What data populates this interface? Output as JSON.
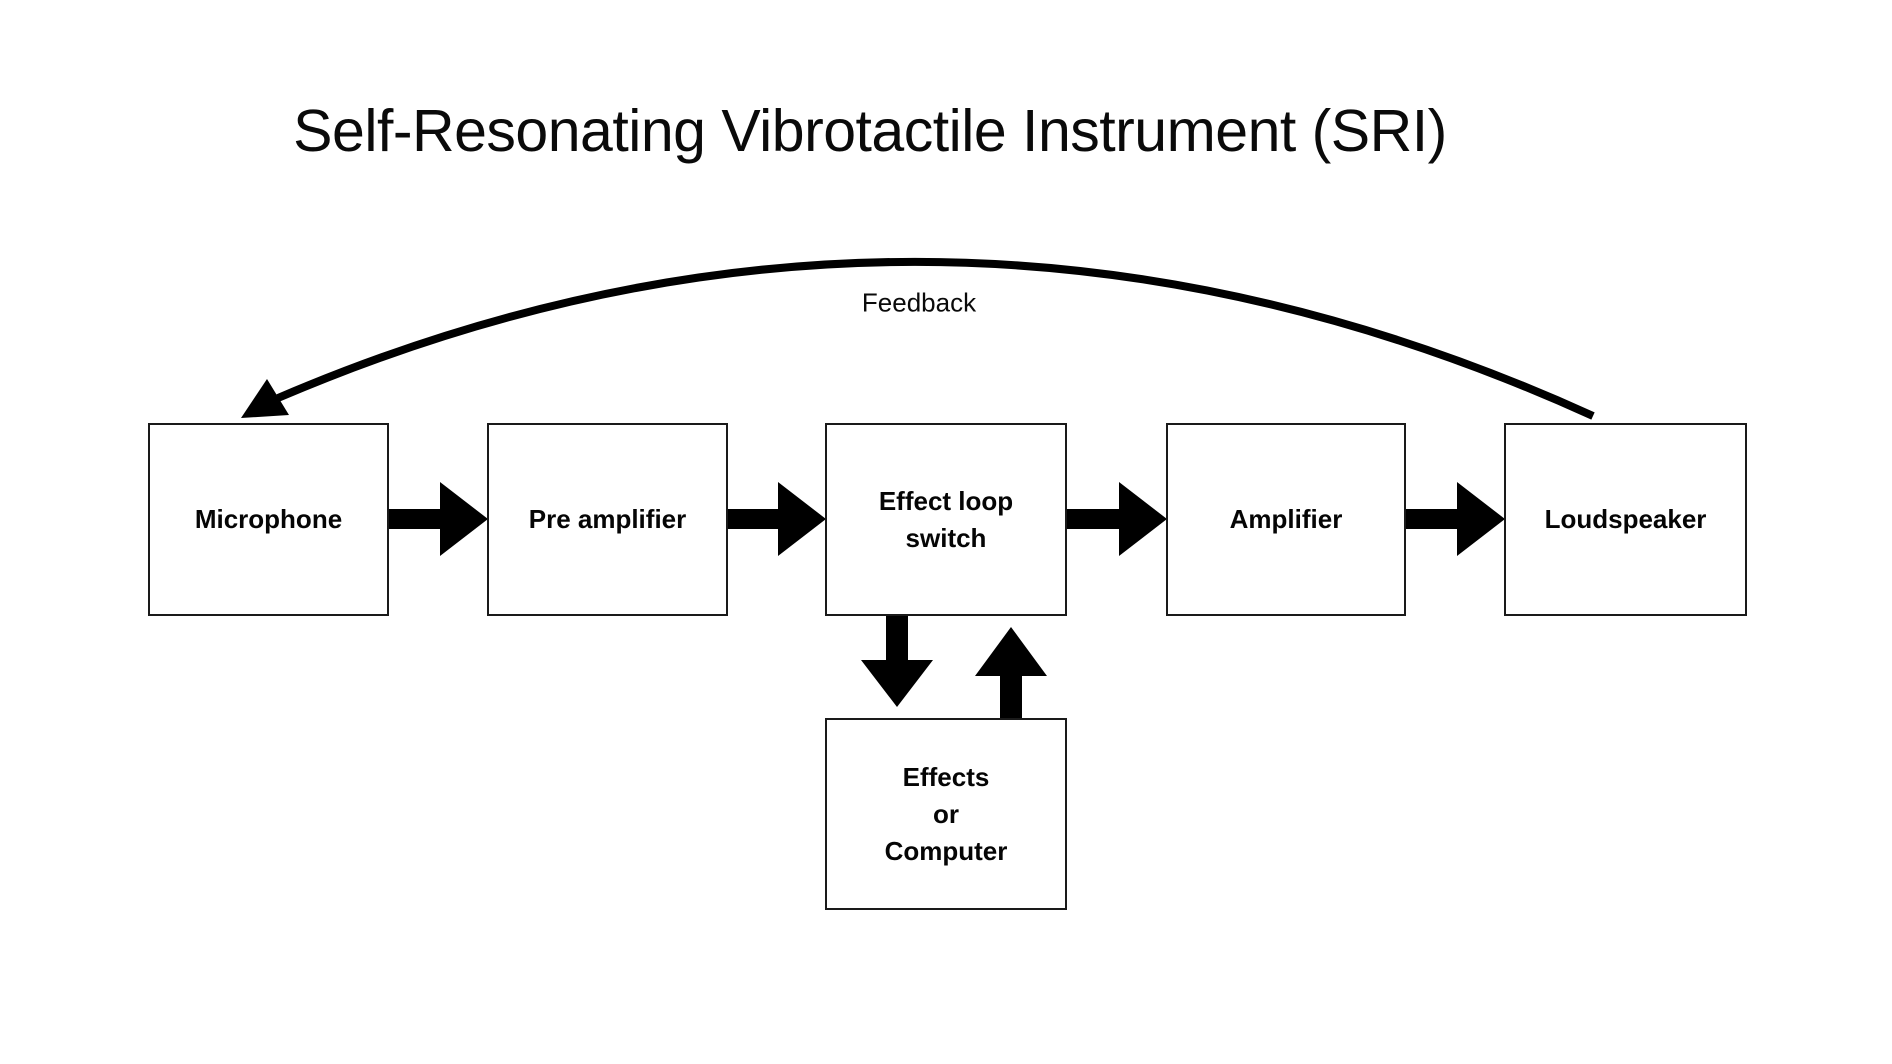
{
  "title": "Self-Resonating Vibrotactile Instrument (SRI)",
  "feedback": {
    "label": "Feedback"
  },
  "colors": {
    "background": "#ffffff",
    "ink": "#000000",
    "border": "#1a1a1a"
  },
  "nodes": [
    {
      "id": "microphone",
      "label": "Microphone"
    },
    {
      "id": "pre-amplifier",
      "label": "Pre amplifier"
    },
    {
      "id": "effect-loop-switch",
      "label": "Effect loop switch",
      "lines": [
        "Effect loop",
        "switch"
      ]
    },
    {
      "id": "amplifier",
      "label": "Amplifier"
    },
    {
      "id": "loudspeaker",
      "label": "Loudspeaker"
    },
    {
      "id": "effects-or-computer",
      "label": "Effects or Computer",
      "lines": [
        "Effects",
        "or",
        "Computer"
      ]
    }
  ],
  "connections": [
    {
      "from": "Microphone",
      "to": "Pre amplifier",
      "type": "forward"
    },
    {
      "from": "Pre amplifier",
      "to": "Effect loop switch",
      "type": "forward"
    },
    {
      "from": "Effect loop switch",
      "to": "Amplifier",
      "type": "forward"
    },
    {
      "from": "Amplifier",
      "to": "Loudspeaker",
      "type": "forward"
    },
    {
      "from": "Effect loop switch",
      "to": "Effects or Computer",
      "type": "down"
    },
    {
      "from": "Effects or Computer",
      "to": "Effect loop switch",
      "type": "up"
    },
    {
      "from": "Loudspeaker",
      "to": "Microphone",
      "type": "feedback",
      "label": "Feedback"
    }
  ]
}
